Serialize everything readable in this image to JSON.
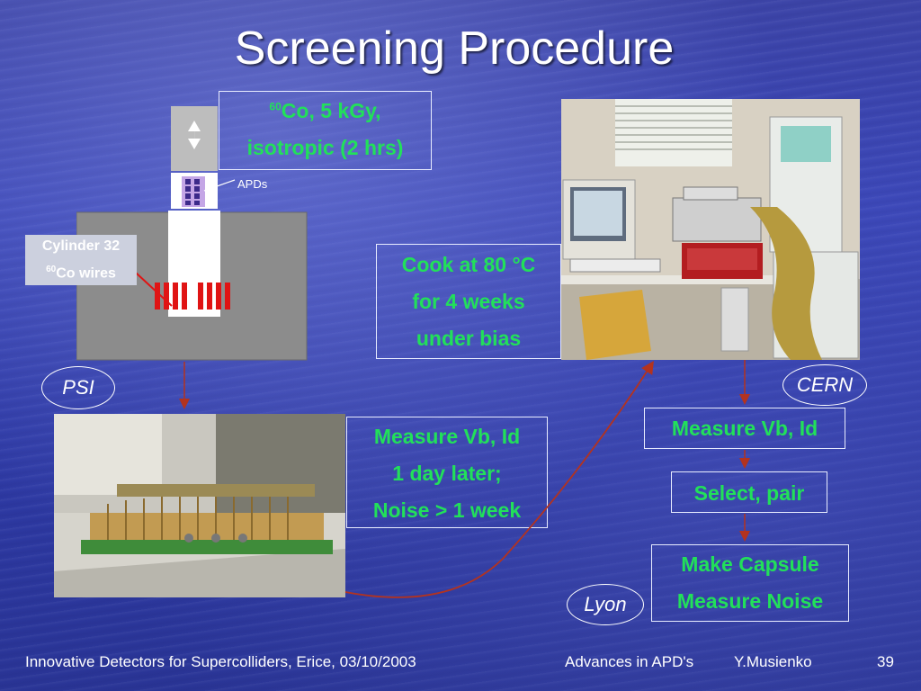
{
  "slide": {
    "title": "Screening Procedure",
    "source_box": {
      "sup": "60",
      "line1": "Co, 5 kGy,",
      "line2": "isotropic (2 hrs)"
    },
    "apds_label": "APDs",
    "cylinder_label": {
      "line1": "Cylinder 32",
      "sup": "60",
      "line2": "Co wires"
    },
    "cook_box": [
      "Cook at 80 °C",
      "for 4 weeks",
      "under bias"
    ],
    "psi_measure_box": [
      "Measure Vb, Id",
      "1 day later;",
      "Noise > 1 week"
    ],
    "cern_steps": {
      "measure": "Measure Vb, Id",
      "select": "Select, pair",
      "capsule": [
        "Make Capsule",
        "Measure Noise"
      ]
    },
    "sites": {
      "psi": "PSI",
      "cern": "CERN",
      "lyon": "Lyon"
    },
    "footer": {
      "left": "Innovative Detectors for Supercolliders, Erice, 03/10/2003",
      "center": "Advances in APD's",
      "author": "Y.Musienko",
      "page": "39"
    },
    "colors": {
      "box_text": "#22e05a",
      "arrow": "#b3331f",
      "background": "#3a46b8"
    }
  }
}
